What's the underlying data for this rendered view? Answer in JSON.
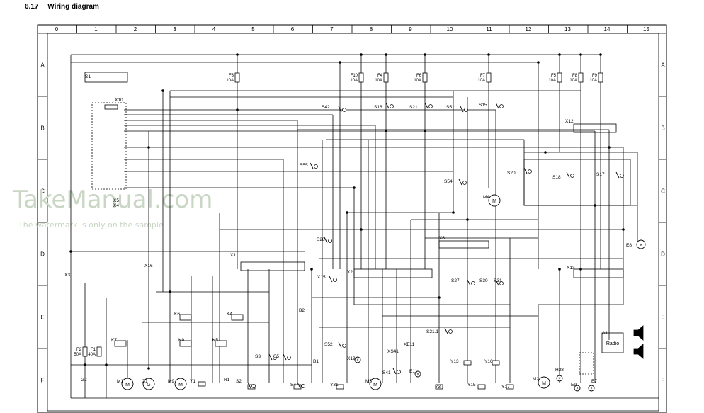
{
  "heading": {
    "section_number": "6.17",
    "title": "Wiring diagram"
  },
  "grid": {
    "columns": [
      "0",
      "1",
      "2",
      "3",
      "4",
      "5",
      "6",
      "7",
      "8",
      "9",
      "10",
      "11",
      "12",
      "13",
      "14",
      "15"
    ],
    "rows": [
      "A",
      "B",
      "C",
      "D",
      "E",
      "F"
    ]
  },
  "watermark": {
    "logo": "TakeManual.com",
    "line": "The watermark is only on the sample"
  },
  "labels": {
    "S1": "S1",
    "X10": "X10",
    "X5": "X5",
    "X4": "X4",
    "X1": "X1",
    "X2": "X2",
    "X3": "X3",
    "X6": "X6",
    "X12": "X12",
    "X13": "X13",
    "X15": "X15",
    "X16": "X16",
    "F1": "F1",
    "F2": "F2",
    "F3": "F3",
    "F4": "F4",
    "F6": "F6",
    "F7": "F7",
    "F8": "F8",
    "F9": "F9",
    "F10": "F10",
    "F5": "F5",
    "S42": "S42",
    "S16": "S16",
    "S21": "S21",
    "S51": "S51",
    "S15": "S15",
    "S55": "S55",
    "S54": "S54",
    "S20": "S20",
    "S18": "S18",
    "S17": "S17",
    "S28": "S28",
    "S27": "S27",
    "S30": "S30",
    "S31": "S31",
    "S21_1": "S21.1",
    "S52": "S52",
    "S3": "S3",
    "S5": "S5",
    "S4": "S4",
    "S2": "S2",
    "S41": "S41",
    "K6": "K6",
    "K4": "K4",
    "K7": "K7",
    "K9": "K9",
    "K5": "K5",
    "M1": "M1",
    "M2": "M2",
    "M4": "M4",
    "M5": "M5",
    "M9": "M9",
    "G1": "G1",
    "G2": "G2",
    "Y1": "Y1",
    "Y3": "Y3",
    "Y13": "Y13",
    "Y15": "Y15",
    "Y16": "Y16",
    "Y17": "Y17",
    "Y31": "Y31",
    "R1": "R1",
    "B1": "B1",
    "B2": "B2",
    "A1": "A1",
    "Radio": "Radio",
    "H28": "H28",
    "E9": "E9",
    "E7": "E7",
    "E11": "E11",
    "E8": "E8",
    "XE11": "XE11",
    "XS41": "XS41",
    "X19": "X19",
    "fuse_10A": "10A",
    "fuse_40A": "40A",
    "fuse_50A": "50A"
  }
}
